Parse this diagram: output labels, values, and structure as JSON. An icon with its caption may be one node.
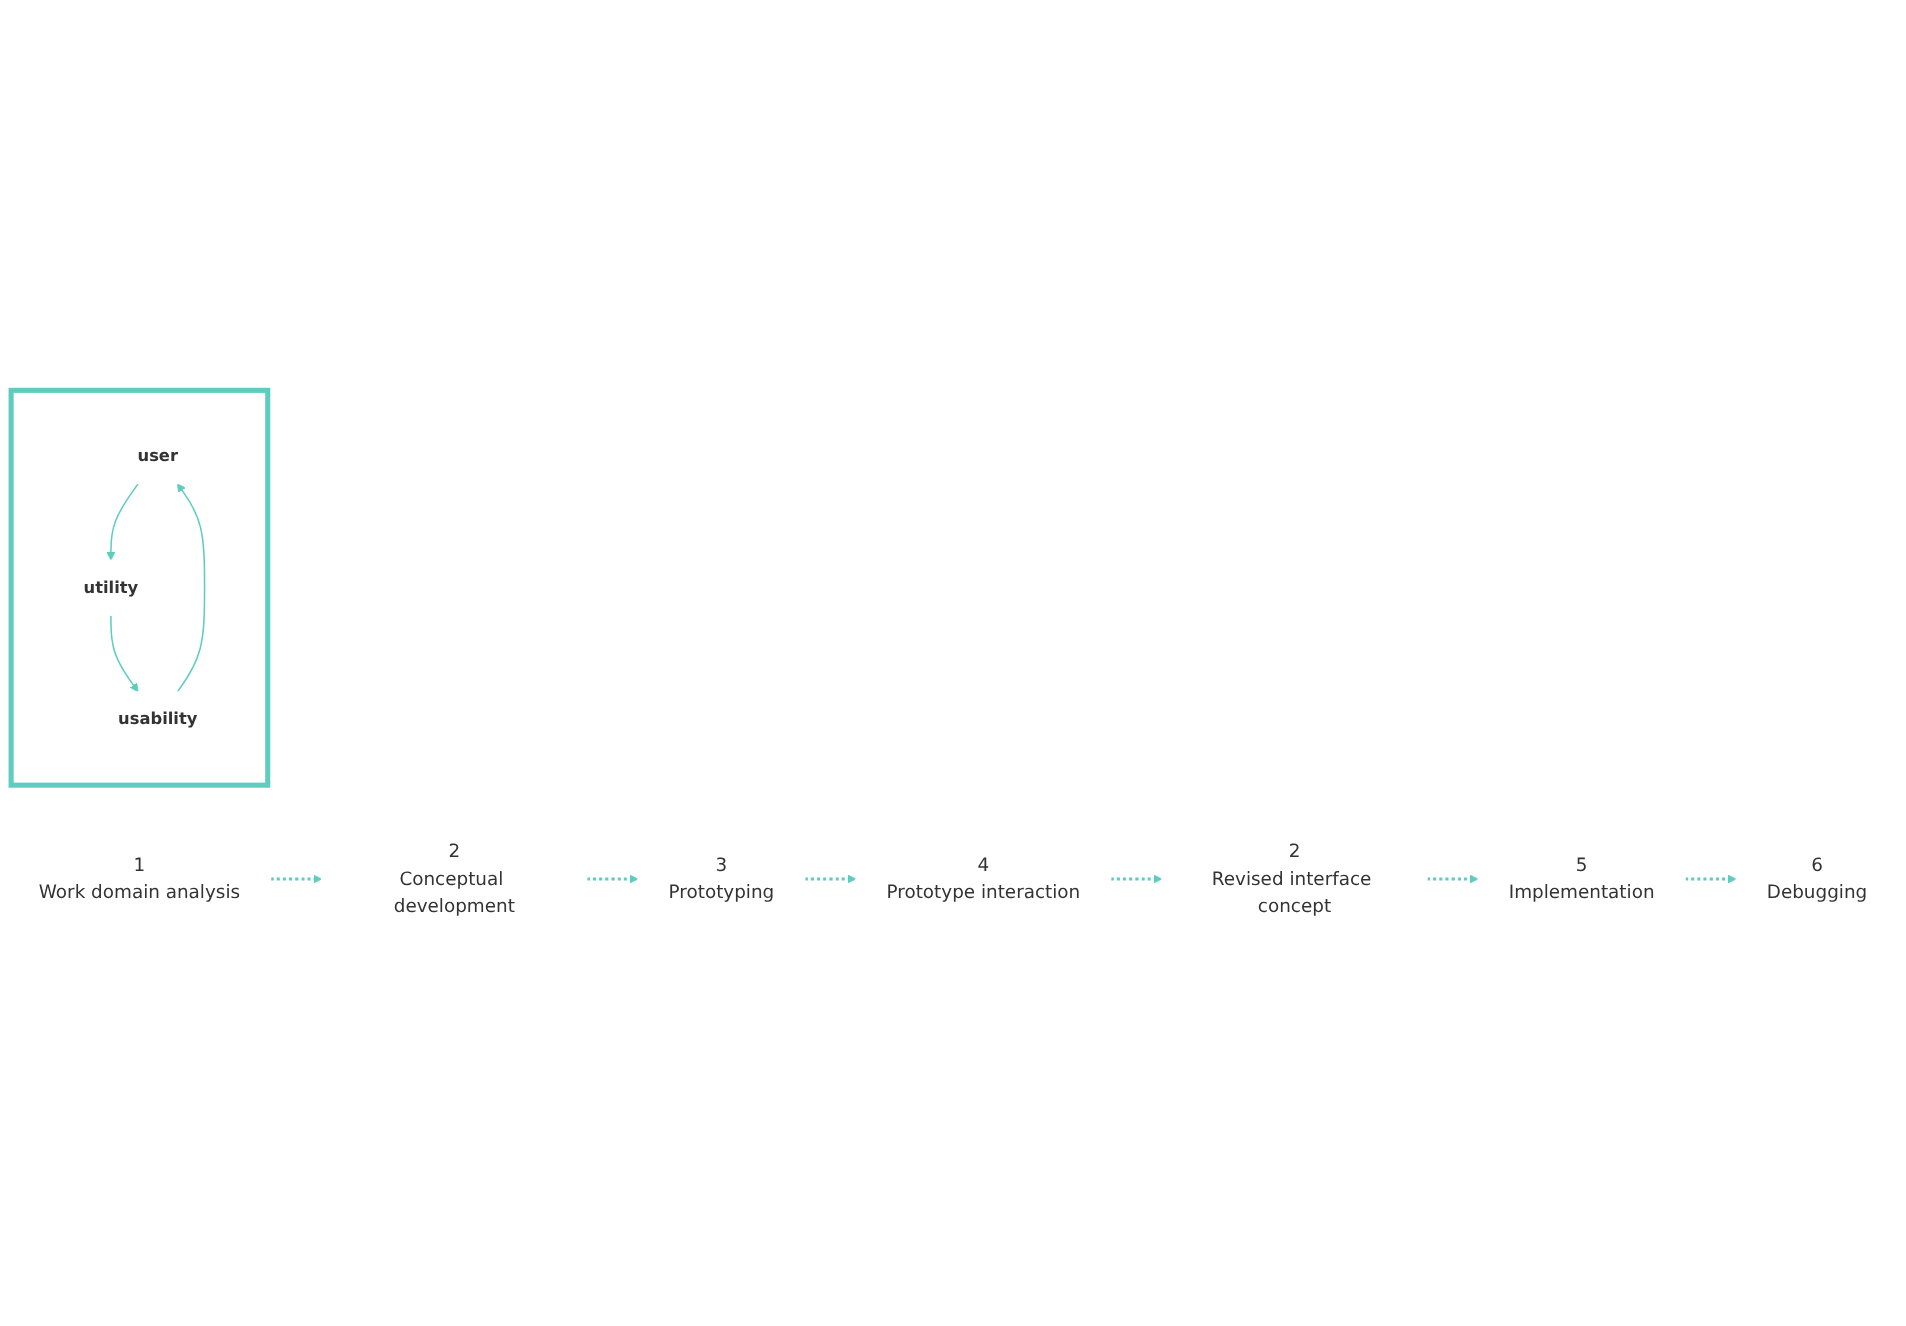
{
  "diagram": {
    "nodes": [
      {
        "text": [
          "1",
          "Work domain analysis"
        ]
      },
      {
        "text": [
          "4",
          "Prototype interaction"
        ]
      },
      {
        "text": [
          "6",
          "Debugging"
        ]
      },
      {
        "text": [
          "3",
          "Prototyping"
        ]
      },
      {
        "text": [
          "2",
          "Conceptual development"
        ]
      },
      {
        "text": [
          "5",
          "Implementation"
        ]
      },
      {
        "text": [
          "2",
          "Revised interface concept"
        ]
      },
      {
        "text": [],
        "shape": "triangle"
      },
      {
        "text": [
          "user"
        ],
        "in": 7
      },
      {
        "text": [
          "utility"
        ],
        "in": 7
      },
      {
        "text": [
          "usability"
        ],
        "in": 7
      }
    ],
    "edges": [
      {
        "from": 0,
        "to": 4,
        "arrow": "to",
        "style": "dashed"
      },
      {
        "from": 4,
        "to": 3,
        "arrow": "to",
        "style": "dashed"
      },
      {
        "from": 3,
        "to": 1,
        "arrow": "to",
        "style": "dashed"
      },
      {
        "from": 1,
        "to": 6,
        "arrow": "to",
        "style": "dashed"
      },
      {
        "from": 6,
        "to": 5,
        "arrow": "to",
        "style": "dashed"
      },
      {
        "from": 5,
        "to": 2,
        "arrow": "to",
        "style": "dashed"
      },
      {
        "from": 8,
        "to": 9,
        "arrow": "to"
      },
      {
        "from": 9,
        "to": 10,
        "arrow": "to"
      },
      {
        "from": 10,
        "to": 8,
        "arrow": "to"
      }
    ]
  }
}
